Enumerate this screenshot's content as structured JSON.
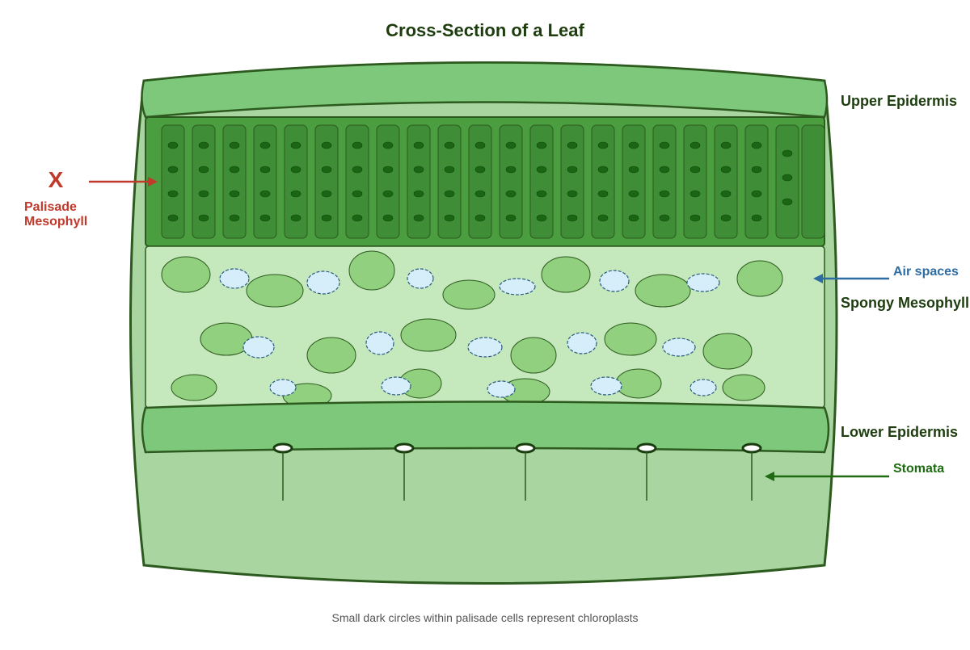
{
  "title": "Cross-Section of a Leaf",
  "caption": "Small dark circles within palisade cells represent chloroplasts",
  "labels": {
    "upper_epidermis": "Upper Epidermis",
    "spongy_mesophyll": "Spongy Mesophyll",
    "lower_epidermis": "Lower Epidermis",
    "air_spaces": "Air spaces",
    "stomata": "Stomata",
    "marker": "X",
    "palisade_line1": "Palisade",
    "palisade_line2": "Mesophyll"
  },
  "colors": {
    "dark_text": "#1e3d0f",
    "red_accent": "#c0392b",
    "blue_accent": "#2e6da4",
    "green_accent": "#1e6b12",
    "leaf_body": "#a8d5a0",
    "epidermis": "#7dc87a",
    "palisade_band": "#4a9e3f",
    "palisade_cell": "#3f8d36",
    "chloroplast": "#1a6614",
    "spongy_band": "#c5e8bd",
    "spongy_cell": "#90d07e",
    "air_space": "#d6eefa",
    "outline": "#2d5a1e",
    "caption_text": "#555555"
  }
}
